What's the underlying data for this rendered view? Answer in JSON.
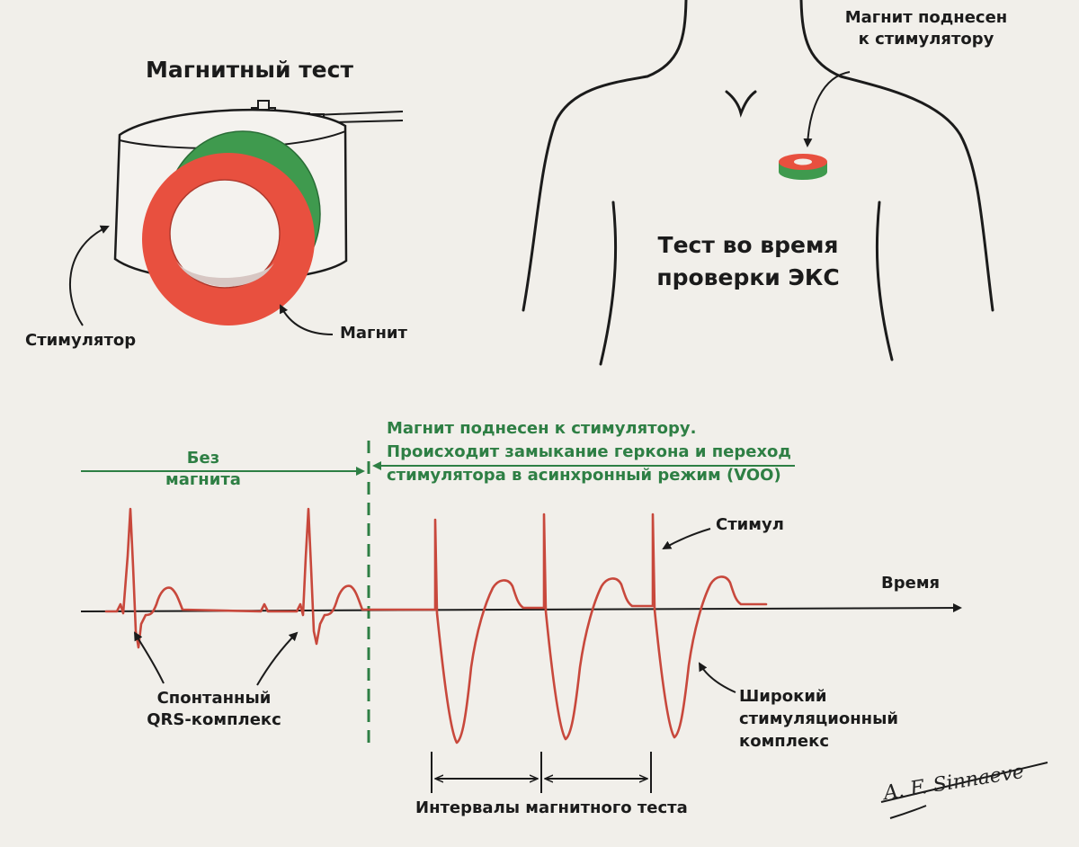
{
  "top_left": {
    "title": "Магнитный тест",
    "stimulator_label": "Стимулятор",
    "magnet_label": "Магнит"
  },
  "top_right": {
    "magnet_applied_line1": "Магнит поднесен",
    "magnet_applied_line2": "к стимулятору",
    "test_line1": "Тест во время",
    "test_line2": "проверки ЭКС"
  },
  "ecg": {
    "without_magnet_line1": "Без",
    "without_magnet_line2": "магнита",
    "magnet_note_line1": "Магнит поднесен к стимулятору.",
    "magnet_note_line2": "Происходит замыкание геркона и переход",
    "magnet_note_line3": "стимулятора в асинхронный режим (VOO)",
    "stimulus_label": "Стимул",
    "time_label": "Время",
    "spontaneous_line1": "Спонтанный",
    "spontaneous_line2": "QRS-комплекс",
    "wide_line1": "Широкий",
    "wide_line2": "стимуляционный",
    "wide_line3": "комплекс",
    "intervals_label": "Интервалы магнитного теста"
  },
  "signature": "A. F. Sinnaeve",
  "colors": {
    "magnet_red": "#e8503f",
    "magnet_green": "#3f9a4e",
    "ecg_trace": "#c8483c",
    "annotation_green": "#2e7f44",
    "line": "#1b1b1b"
  }
}
